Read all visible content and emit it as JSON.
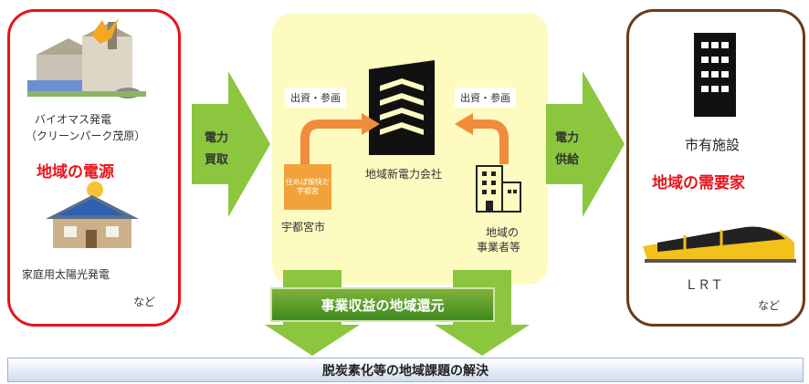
{
  "left": {
    "plant_label_1": "バイオマス発電",
    "plant_label_2": "（クリーンパーク茂原）",
    "title": "地域の電源",
    "house_label": "家庭用太陽光発電",
    "etc": "など"
  },
  "arrow_left": {
    "line1": "電力",
    "line2": "買取"
  },
  "center": {
    "bubble_left": "出資・参画",
    "bubble_right": "出資・参画",
    "company_label": "地域新電力会社",
    "city_logo_text": "住めば愉快だ宇都宮",
    "city_label": "宇都宮市",
    "biz_label_1": "地域の",
    "biz_label_2": "事業者等"
  },
  "arrow_right": {
    "line1": "電力",
    "line2": "供給"
  },
  "right": {
    "facility_label": "市有施設",
    "title": "地域の需要家",
    "lrt_label": "ＬＲＴ",
    "etc": "など"
  },
  "green_bar": "事業収益の地域還元",
  "bottom_bar": "脱炭素化等の地域課題の解決",
  "colors": {
    "red": "#e8141b",
    "brown": "#6b3a17",
    "green": "#8cc63f",
    "yellow": "#fdfbc0",
    "orange": "#f08c3c"
  }
}
